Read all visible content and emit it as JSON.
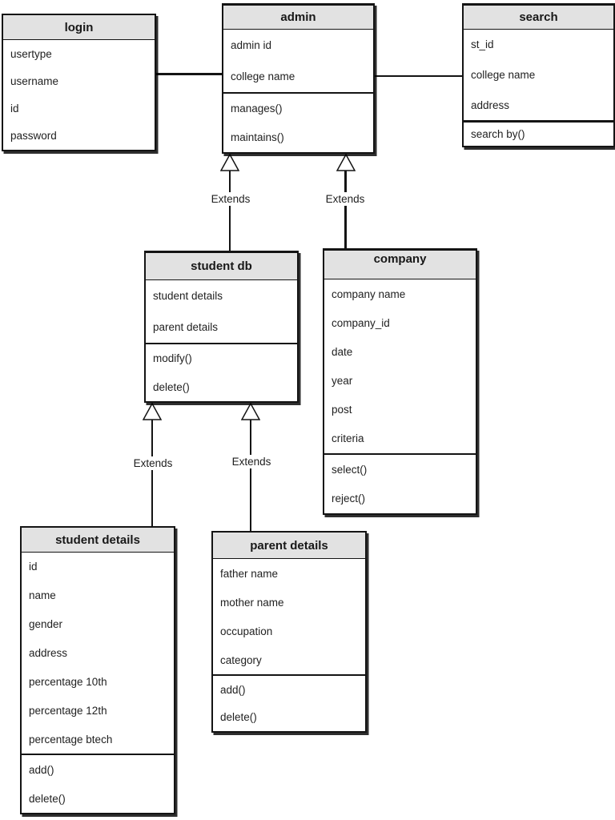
{
  "diagram_type": "uml-class-diagram",
  "colors": {
    "canvas": "#ffffff",
    "class_header_fill": "#e2e2e2",
    "class_body_fill": "#ffffff",
    "border": "#141414",
    "text": "#1f1f1f"
  },
  "classes": [
    {
      "id": "login",
      "name": "login",
      "attributes": [
        "usertype",
        "username",
        "id",
        "password"
      ],
      "methods": []
    },
    {
      "id": "admin",
      "name": "admin",
      "attributes": [
        "admin id",
        "college name"
      ],
      "methods": [
        "manages()",
        "maintains()"
      ]
    },
    {
      "id": "search",
      "name": "search",
      "attributes": [
        "st_id",
        "college name",
        "address"
      ],
      "methods": [
        "search by()"
      ]
    },
    {
      "id": "student_db",
      "name": "student db",
      "attributes": [
        "student details",
        "parent details"
      ],
      "methods": [
        "modify()",
        "delete()"
      ]
    },
    {
      "id": "company",
      "name": "company",
      "attributes": [
        "company name",
        "company_id",
        "date",
        "year",
        "post",
        "criteria"
      ],
      "methods": [
        "select()",
        "reject()"
      ]
    },
    {
      "id": "student_details",
      "name": "student details",
      "attributes": [
        "id",
        "name",
        "gender",
        "address",
        "percentage 10th",
        "percentage 12th",
        "percentage btech"
      ],
      "methods": [
        "add()",
        "delete()"
      ]
    },
    {
      "id": "parent_details",
      "name": "parent details",
      "attributes": [
        "father name",
        "mother name",
        "occupation",
        "category"
      ],
      "methods": [
        "add()",
        "delete()"
      ]
    }
  ],
  "relationships": [
    {
      "from": "student db",
      "to": "admin",
      "type": "generalization",
      "label": "Extends"
    },
    {
      "from": "company",
      "to": "admin",
      "type": "generalization",
      "label": "Extends"
    },
    {
      "from": "student details",
      "to": "student db",
      "type": "generalization",
      "label": "Extends"
    },
    {
      "from": "parent details",
      "to": "student db",
      "type": "generalization",
      "label": "Extends"
    }
  ],
  "associations": [
    {
      "from": "login",
      "to": "admin"
    },
    {
      "from": "admin",
      "to": "search"
    }
  ]
}
